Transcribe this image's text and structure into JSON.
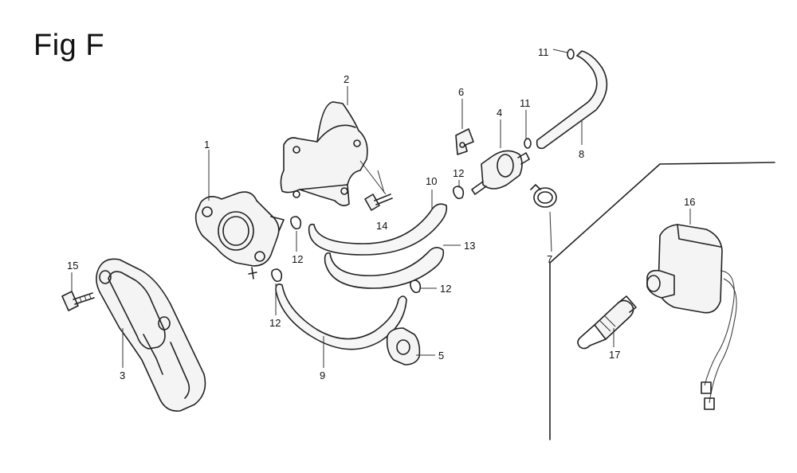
{
  "figure": {
    "title": "Fig F"
  },
  "callouts": [
    {
      "id": "c1",
      "number": "1"
    },
    {
      "id": "c2",
      "number": "2"
    },
    {
      "id": "c3",
      "number": "3"
    },
    {
      "id": "c4",
      "number": "4"
    },
    {
      "id": "c5",
      "number": "5"
    },
    {
      "id": "c6",
      "number": "6"
    },
    {
      "id": "c7",
      "number": "7"
    },
    {
      "id": "c8",
      "number": "8"
    },
    {
      "id": "c9",
      "number": "9"
    },
    {
      "id": "c10",
      "number": "10"
    },
    {
      "id": "c11a",
      "number": "11"
    },
    {
      "id": "c11b",
      "number": "11"
    },
    {
      "id": "c12a",
      "number": "12"
    },
    {
      "id": "c12b",
      "number": "12"
    },
    {
      "id": "c12c",
      "number": "12"
    },
    {
      "id": "c12d",
      "number": "12"
    },
    {
      "id": "c13",
      "number": "13"
    },
    {
      "id": "c14",
      "number": "14"
    },
    {
      "id": "c15",
      "number": "15"
    },
    {
      "id": "c16",
      "number": "16"
    },
    {
      "id": "c17",
      "number": "17"
    }
  ]
}
